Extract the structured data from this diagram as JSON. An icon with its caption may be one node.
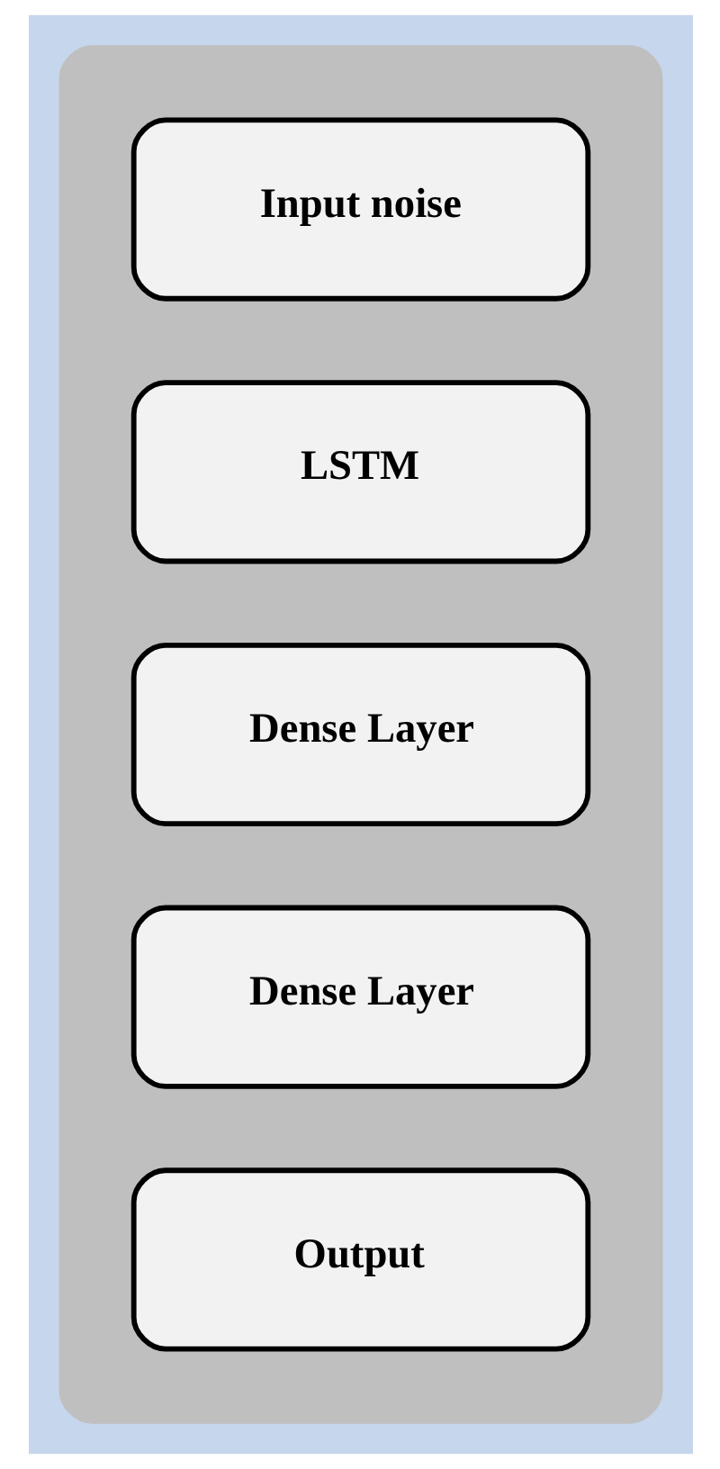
{
  "diagram": {
    "nodes": [
      {
        "text": [],
        "shape": "box"
      },
      {
        "text": [
          "Input noise"
        ],
        "in": 0
      },
      {
        "text": [
          "LSTM"
        ],
        "in": 0
      },
      {
        "text": [
          "Dense Layer"
        ],
        "in": 0
      },
      {
        "text": [
          "Dense Layer"
        ],
        "in": 0
      },
      {
        "text": [
          "Output"
        ],
        "in": 0
      }
    ]
  }
}
